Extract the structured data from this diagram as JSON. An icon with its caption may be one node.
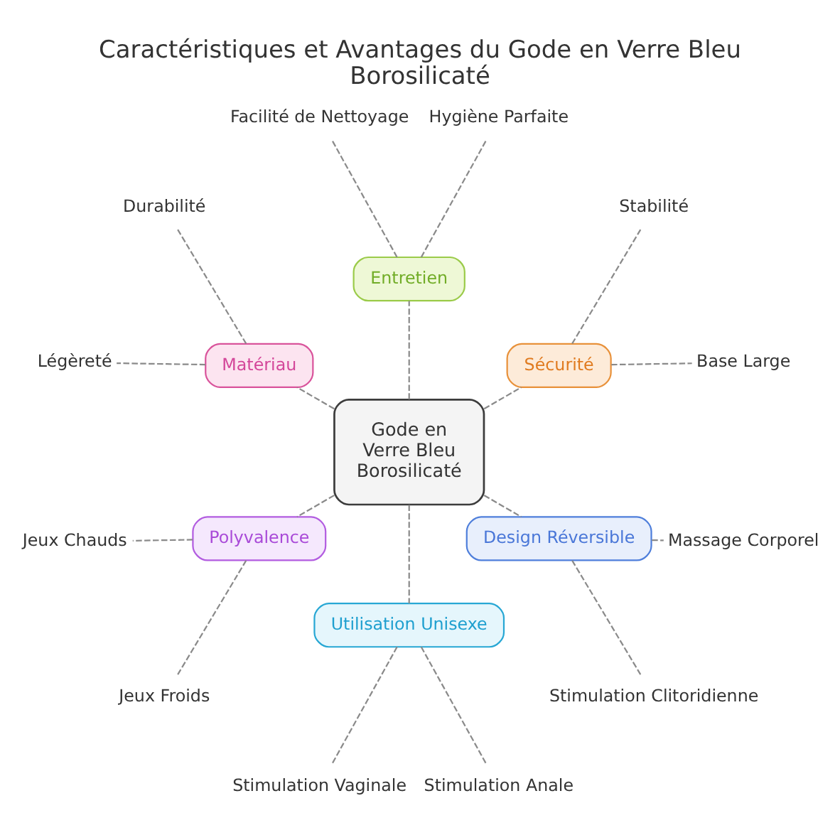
{
  "diagram": {
    "title": "Caractéristiques et Avantages du Gode en Verre Bleu Borosilicaté",
    "nodes": [
      {
        "text": [
          "Gode en Verre Bleu Borosilicaté"
        ]
      },
      {
        "text": [
          "Sécurité"
        ]
      },
      {
        "text": [
          "Base Large"
        ]
      },
      {
        "text": [
          "Stabilité"
        ]
      },
      {
        "text": [
          "Entretien"
        ]
      },
      {
        "text": [
          "Hygiène Parfaite"
        ]
      },
      {
        "text": [
          "Facilité de Nettoyage"
        ]
      },
      {
        "text": [
          "Matériau"
        ]
      },
      {
        "text": [
          "Durabilité"
        ]
      },
      {
        "text": [
          "Légèreté"
        ]
      },
      {
        "text": [
          "Polyvalence"
        ]
      },
      {
        "text": [
          "Jeux Chauds"
        ]
      },
      {
        "text": [
          "Jeux Froids"
        ]
      },
      {
        "text": [
          "Utilisation Unisexe"
        ]
      },
      {
        "text": [
          "Stimulation Vaginale"
        ]
      },
      {
        "text": [
          "Stimulation Anale"
        ]
      },
      {
        "text": [
          "Design Réversible"
        ]
      },
      {
        "text": [
          "Stimulation Clitoridienne"
        ]
      },
      {
        "text": [
          "Massage Corporel"
        ]
      }
    ],
    "edges": [
      {
        "from": 0,
        "to": 1,
        "arrow": "none",
        "style": "dashed"
      },
      {
        "from": 1,
        "to": 2,
        "arrow": "none",
        "style": "dashed"
      },
      {
        "from": 1,
        "to": 3,
        "arrow": "none",
        "style": "dashed"
      },
      {
        "from": 0,
        "to": 4,
        "arrow": "none",
        "style": "dashed"
      },
      {
        "from": 4,
        "to": 5,
        "arrow": "none",
        "style": "dashed"
      },
      {
        "from": 4,
        "to": 6,
        "arrow": "none",
        "style": "dashed"
      },
      {
        "from": 0,
        "to": 7,
        "arrow": "none",
        "style": "dashed"
      },
      {
        "from": 7,
        "to": 8,
        "arrow": "none",
        "style": "dashed"
      },
      {
        "from": 7,
        "to": 9,
        "arrow": "none",
        "style": "dashed"
      },
      {
        "from": 0,
        "to": 10,
        "arrow": "none",
        "style": "dashed"
      },
      {
        "from": 10,
        "to": 11,
        "arrow": "none",
        "style": "dashed"
      },
      {
        "from": 10,
        "to": 12,
        "arrow": "none",
        "style": "dashed"
      },
      {
        "from": 0,
        "to": 13,
        "arrow": "none",
        "style": "dashed"
      },
      {
        "from": 13,
        "to": 14,
        "arrow": "none",
        "style": "dashed"
      },
      {
        "from": 13,
        "to": 15,
        "arrow": "none",
        "style": "dashed"
      },
      {
        "from": 0,
        "to": 16,
        "arrow": "none",
        "style": "dashed"
      },
      {
        "from": 16,
        "to": 17,
        "arrow": "none",
        "style": "dashed"
      },
      {
        "from": 16,
        "to": 18,
        "arrow": "none",
        "style": "dashed"
      }
    ]
  }
}
